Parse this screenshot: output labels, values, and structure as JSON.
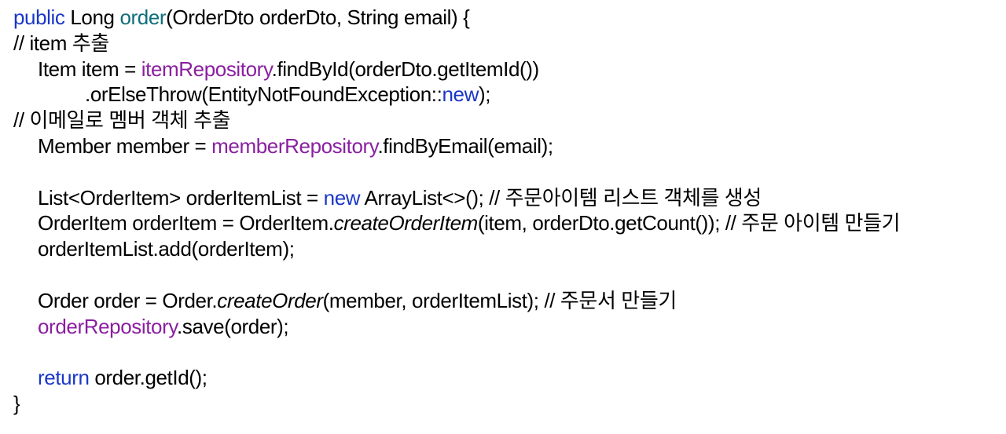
{
  "colors": {
    "keyword": "#1a37c8",
    "method_name": "#0e6e7a",
    "field": "#8a1fa0",
    "text": "#000000",
    "background": "#ffffff"
  },
  "lines": [
    {
      "indent": 0,
      "tokens": [
        {
          "t": "public",
          "s": "kw"
        },
        {
          "t": " Long ",
          "s": "plain"
        },
        {
          "t": "order",
          "s": "fn"
        },
        {
          "t": "(OrderDto orderDto, String email) {",
          "s": "plain"
        }
      ]
    },
    {
      "indent": 0,
      "tokens": [
        {
          "t": "// item 추출",
          "s": "plain"
        }
      ]
    },
    {
      "indent": 1,
      "tokens": [
        {
          "t": "Item item = ",
          "s": "plain"
        },
        {
          "t": "itemRepository",
          "s": "fld"
        },
        {
          "t": ".findById(orderDto.getItemId())",
          "s": "plain"
        }
      ]
    },
    {
      "indent": 2,
      "tokens": [
        {
          "t": ".orElseThrow(EntityNotFoundException::",
          "s": "plain"
        },
        {
          "t": "new",
          "s": "kw"
        },
        {
          "t": ");",
          "s": "plain"
        }
      ]
    },
    {
      "indent": 0,
      "tokens": [
        {
          "t": "// 이메일로 멤버 객체 추출",
          "s": "plain"
        }
      ]
    },
    {
      "indent": 1,
      "tokens": [
        {
          "t": "Member member = ",
          "s": "plain"
        },
        {
          "t": "memberRepository",
          "s": "fld"
        },
        {
          "t": ".findByEmail(email);",
          "s": "plain"
        }
      ]
    },
    {
      "indent": 1,
      "tokens": []
    },
    {
      "indent": 1,
      "tokens": [
        {
          "t": "List<OrderItem> orderItemList = ",
          "s": "plain"
        },
        {
          "t": "new",
          "s": "kw"
        },
        {
          "t": " ArrayList<>(); // 주문아이템 리스트 객체를 생성",
          "s": "plain"
        }
      ]
    },
    {
      "indent": 1,
      "tokens": [
        {
          "t": "OrderItem orderItem = OrderItem.",
          "s": "plain"
        },
        {
          "t": "createOrderItem",
          "s": "it"
        },
        {
          "t": "(item, orderDto.getCount()); // 주문 아이템 만들기",
          "s": "plain"
        }
      ]
    },
    {
      "indent": 1,
      "tokens": [
        {
          "t": "orderItemList.add(orderItem);",
          "s": "plain"
        }
      ]
    },
    {
      "indent": 1,
      "tokens": []
    },
    {
      "indent": 1,
      "tokens": [
        {
          "t": "Order order = Order.",
          "s": "plain"
        },
        {
          "t": "createOrder",
          "s": "it"
        },
        {
          "t": "(member, orderItemList); // 주문서 만들기",
          "s": "plain"
        }
      ]
    },
    {
      "indent": 1,
      "tokens": [
        {
          "t": "orderRepository",
          "s": "fld"
        },
        {
          "t": ".save(order);",
          "s": "plain"
        }
      ]
    },
    {
      "indent": 1,
      "tokens": []
    },
    {
      "indent": 1,
      "tokens": [
        {
          "t": "return",
          "s": "kw"
        },
        {
          "t": " order.getId();",
          "s": "plain"
        }
      ]
    },
    {
      "indent": 0,
      "tokens": [
        {
          "t": "}",
          "s": "plain"
        }
      ]
    }
  ]
}
